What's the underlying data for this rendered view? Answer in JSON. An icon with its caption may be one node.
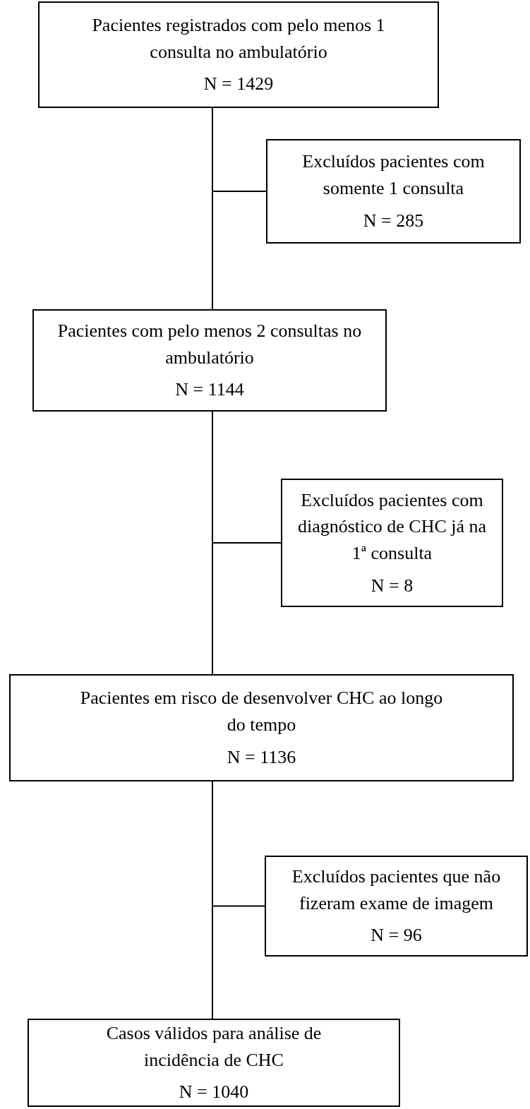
{
  "diagram": {
    "nodes": [
      {
        "text": [
          "Pacientes registrados com pelo menos 1 consulta no ambulatório",
          "N = 1429"
        ]
      },
      {
        "text": [
          "Excluídos pacientes com somente 1 consulta",
          "N = 285"
        ]
      },
      {
        "text": [
          "Pacientes com pelo menos 2 consultas no ambulatório",
          "N = 1144"
        ]
      },
      {
        "text": [
          "Excluídos pacientes com diagnóstico de CHC já na 1ª consulta",
          "N = 8"
        ]
      },
      {
        "text": [
          "Pacientes em risco de desenvolver CHC ao longo do tempo",
          "N = 1136"
        ]
      },
      {
        "text": [
          "Excluídos pacientes que não fizeram exame de imagem",
          "N = 96"
        ]
      },
      {
        "text": [
          "Casos válidos para análise de incidência de CHC",
          "N = 1040"
        ]
      }
    ],
    "edges": [
      {
        "from": 0,
        "to": 1,
        "arrow": "none"
      },
      {
        "from": 0,
        "to": 2,
        "arrow": "none"
      },
      {
        "from": 2,
        "to": 3,
        "arrow": "none"
      },
      {
        "from": 2,
        "to": 4,
        "arrow": "none"
      },
      {
        "from": 4,
        "to": 5,
        "arrow": "none"
      },
      {
        "from": 4,
        "to": 6,
        "arrow": "none"
      }
    ]
  }
}
